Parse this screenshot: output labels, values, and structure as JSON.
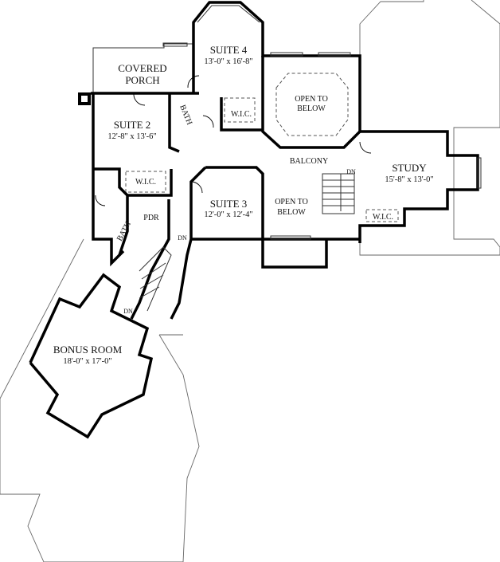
{
  "plan": {
    "rooms": {
      "suite4": {
        "name": "SUITE 4",
        "dims": "13'-0\" x 16'-8\""
      },
      "porch": {
        "line1": "COVERED",
        "line2": "PORCH"
      },
      "open_upper": {
        "line1": "OPEN TO",
        "line2": "BELOW"
      },
      "bath_upper": {
        "name": "BATH"
      },
      "wic_suite4": {
        "name": "W.I.C."
      },
      "suite2": {
        "name": "SUITE 2",
        "dims": "12'-8\" x 13'-6\""
      },
      "wic_suite2": {
        "name": "W.I.C."
      },
      "balcony": {
        "name": "BALCONY"
      },
      "stair_dn_1": {
        "name": "DN"
      },
      "study": {
        "name": "STUDY",
        "dims": "15'-8\" x 13'-0\""
      },
      "wic_study": {
        "name": "W.I.C."
      },
      "suite3": {
        "name": "SUITE 3",
        "dims": "12'-0\" x 12'-4\""
      },
      "open_lower": {
        "line1": "OPEN TO",
        "line2": "BELOW"
      },
      "pdr": {
        "name": "PDR"
      },
      "bath_lower": {
        "name": "BATH"
      },
      "stair_dn_2": {
        "name": "DN"
      },
      "stair_dn_3": {
        "name": "DN"
      },
      "bonus": {
        "name": "BONUS ROOM",
        "dims": "18'-0\" x 17'-0\""
      }
    }
  }
}
